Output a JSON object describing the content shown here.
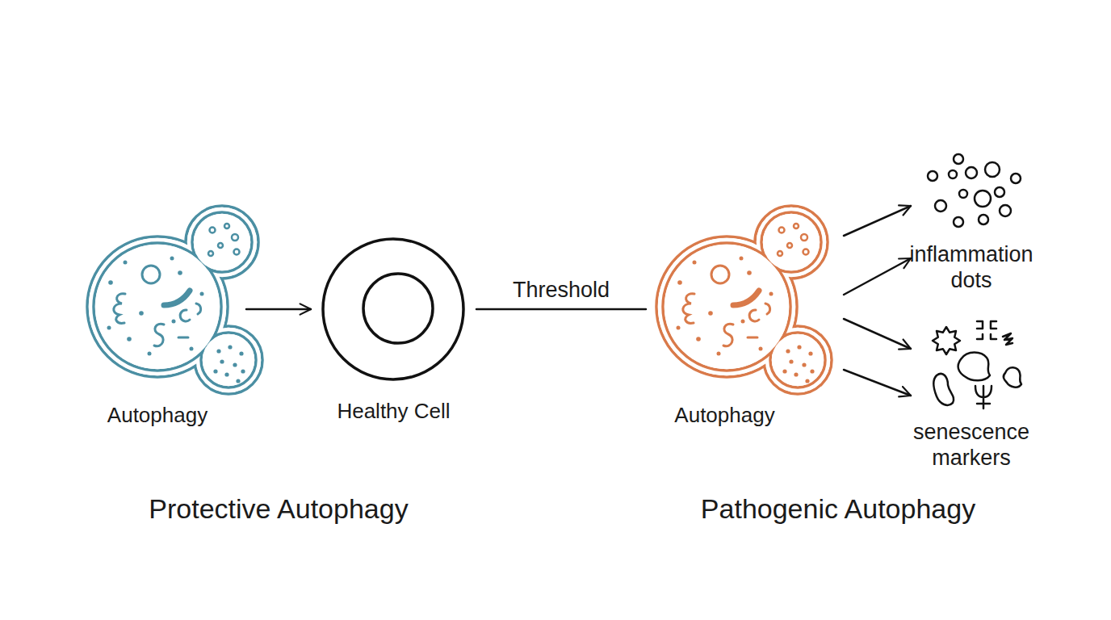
{
  "diagram": {
    "nodes": [
      {
        "text": [
          "Autophagy"
        ]
      },
      {
        "text": [
          "Healthy Cell"
        ]
      },
      {
        "text": [
          "Autophagy"
        ]
      },
      {
        "text": [
          "inflammation dots"
        ]
      },
      {
        "text": [
          "senescence markers"
        ]
      }
    ],
    "edges": [
      {
        "from": 0,
        "to": 1,
        "arrow": "to"
      },
      {
        "from": 1,
        "to": 2,
        "label": "Threshold",
        "arrow": "none"
      },
      {
        "from": 2,
        "to": 3,
        "arrow": "to"
      },
      {
        "from": 2,
        "to": 3,
        "arrow": "to"
      },
      {
        "from": 2,
        "to": 4,
        "arrow": "to"
      },
      {
        "from": 2,
        "to": 4,
        "arrow": "to"
      }
    ],
    "labels": [
      "Protective Autophagy",
      "Pathogenic Autophagy"
    ]
  }
}
